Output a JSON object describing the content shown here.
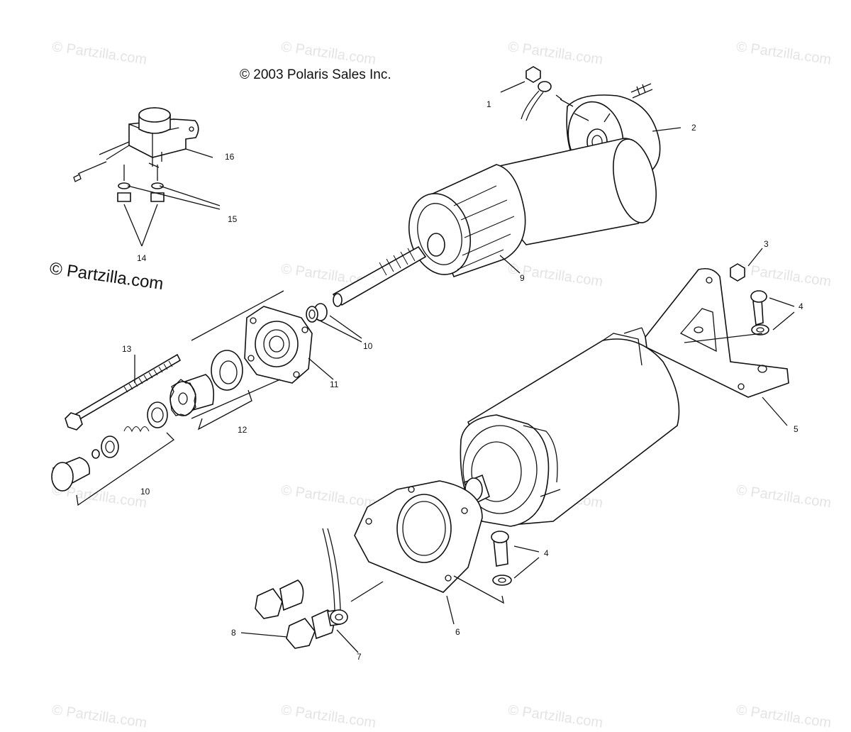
{
  "copyright": "© 2003 Polaris Sales Inc.",
  "brand": "© Partzilla.com",
  "watermark": "© Partzilla.com",
  "callouts": [
    "1",
    "2",
    "3",
    "4",
    "4",
    "5",
    "6",
    "7",
    "8",
    "9",
    "10",
    "10",
    "11",
    "12",
    "13",
    "14",
    "15",
    "16"
  ]
}
